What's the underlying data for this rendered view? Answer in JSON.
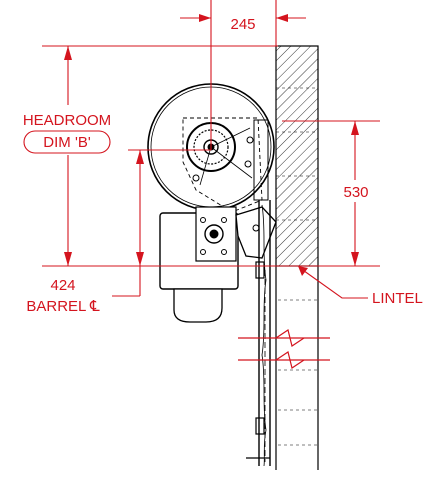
{
  "colors": {
    "dimension": "#d4141e",
    "drawing": "#000000",
    "hatch": "#000000",
    "background": "#ffffff"
  },
  "dimensions": {
    "top_width": "245",
    "headroom_line1": "HEADROOM",
    "headroom_line2": "DIM 'B'",
    "lintel_height": "530",
    "barrel_value": "424",
    "barrel_label": "BARREL ℄"
  },
  "callouts": {
    "lintel": "LINTEL"
  }
}
